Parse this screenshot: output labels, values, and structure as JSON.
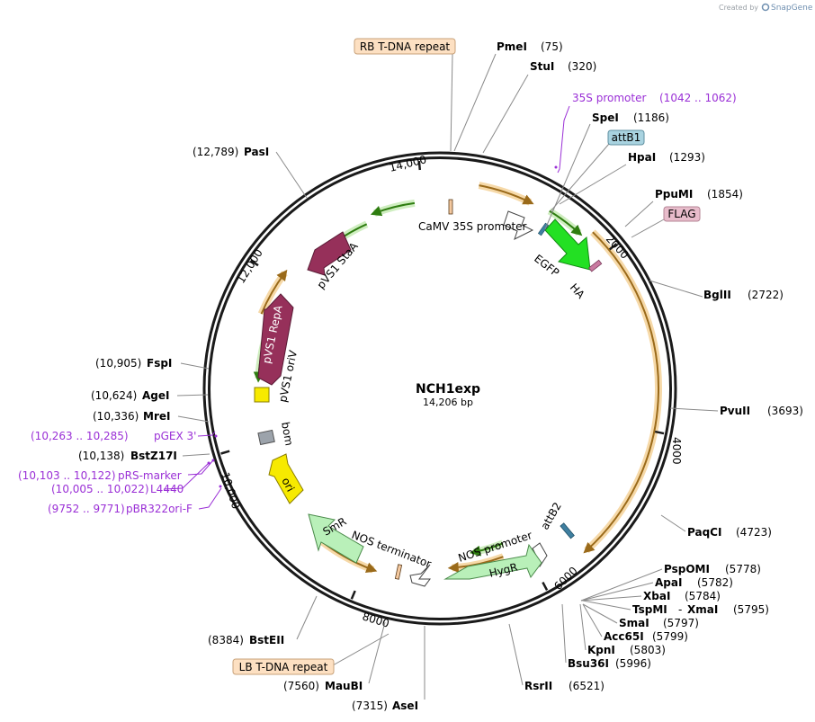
{
  "plasmid": {
    "name": "NCH1exp",
    "size_label": "14,206 bp",
    "length": 14206
  },
  "credit": {
    "prefix": "Created by",
    "brand": "SnapGene"
  },
  "ticks": [
    "2000",
    "4000",
    "6000",
    "8000",
    "10,000",
    "12,000",
    "14,000"
  ],
  "enzymes": [
    {
      "id": "pmei",
      "name": "PmeI",
      "pos": "(75)"
    },
    {
      "id": "stui",
      "name": "StuI",
      "pos": "(320)"
    },
    {
      "id": "spei",
      "name": "SpeI",
      "pos": "(1186)"
    },
    {
      "id": "hpai",
      "name": "HpaI",
      "pos": "(1293)"
    },
    {
      "id": "ppumi",
      "name": "PpuMI",
      "pos": "(1854)"
    },
    {
      "id": "bglii",
      "name": "BglII",
      "pos": "(2722)"
    },
    {
      "id": "pvuii",
      "name": "PvuII",
      "pos": "(3693)"
    },
    {
      "id": "paqci",
      "name": "PaqCI",
      "pos": "(4723)"
    },
    {
      "id": "pspomi",
      "name": "PspOMI",
      "pos": "(5778)"
    },
    {
      "id": "apai",
      "name": "ApaI",
      "pos": "(5782)"
    },
    {
      "id": "xbai",
      "name": "XbaI",
      "pos": "(5784)"
    },
    {
      "id": "tspmi",
      "name": "TspMI",
      "pos": "(5795)",
      "joiner": "-",
      "alt": "XmaI"
    },
    {
      "id": "smai",
      "name": "SmaI",
      "pos": "(5797)"
    },
    {
      "id": "acc65i",
      "name": "Acc65I",
      "pos": "(5799)"
    },
    {
      "id": "kpni",
      "name": "KpnI",
      "pos": "(5803)"
    },
    {
      "id": "bsu36i",
      "name": "Bsu36I",
      "pos": "(5996)"
    },
    {
      "id": "rsrii",
      "name": "RsrII",
      "pos": "(6521)"
    },
    {
      "id": "asei",
      "name": "AseI",
      "pos": "(7315)"
    },
    {
      "id": "maubi",
      "name": "MauBI",
      "pos": "(7560)"
    },
    {
      "id": "bsteii",
      "name": "BstEII",
      "pos": "(8384)"
    },
    {
      "id": "bstz17i",
      "name": "BstZ17I",
      "pos": "(10,138)"
    },
    {
      "id": "mrei",
      "name": "MreI",
      "pos": "(10,336)"
    },
    {
      "id": "agei",
      "name": "AgeI",
      "pos": "(10,624)"
    },
    {
      "id": "fspi",
      "name": "FspI",
      "pos": "(10,905)"
    },
    {
      "id": "pasi",
      "name": "PasI",
      "pos": "(12,789)"
    }
  ],
  "primers": [
    {
      "id": "p35s",
      "name": "35S promoter",
      "range": "(1042 .. 1062)"
    },
    {
      "id": "pgex",
      "name": "pGEX 3'",
      "range": "(10,263 .. 10,285)"
    },
    {
      "id": "prs",
      "name": "pRS-marker",
      "range": "(10,103 .. 10,122)"
    },
    {
      "id": "l4440",
      "name": "L4440",
      "range": "(10,005 .. 10,022)"
    },
    {
      "id": "pbr322",
      "name": "pBR322ori-F",
      "range": "(9752 .. 9771)"
    }
  ],
  "boxed_features": [
    {
      "id": "rb",
      "name": "RB T-DNA repeat",
      "fill": "#fde0c2",
      "stroke": "#c8a27a"
    },
    {
      "id": "attb1",
      "name": "attB1",
      "fill": "#a9d3e0",
      "stroke": "#5e8fa0"
    },
    {
      "id": "flag",
      "name": "FLAG",
      "fill": "#e8bccb",
      "stroke": "#b58696"
    },
    {
      "id": "lb",
      "name": "LB T-DNA repeat",
      "fill": "#fde0c2",
      "stroke": "#c8a27a"
    }
  ],
  "features": {
    "camv": "CaMV 35S promoter",
    "egfp": "EGFP",
    "ha": "HA",
    "attb2": "attB2",
    "nos_promoter": "NOS promoter",
    "hygr": "HygR",
    "nos_terminator": "NOS terminator",
    "smr": "SmR",
    "ori": "ori",
    "bom": "bom",
    "pvs1_oriv": "pVS1 oriV",
    "pvs1_repa": "pVS1 RepA",
    "pvs1_staa": "pVS1 StaA"
  },
  "colors": {
    "backbone": "#1a1a1a",
    "orf_orange": "#e6a640",
    "orf_green": "#5ab82a",
    "egfp": "#23e023",
    "pvs1": "#96305a",
    "hygr": "#b9f0b9",
    "yellow": "#f7ea00",
    "bom": "#9ca3ab",
    "primer": "#9a2fd6"
  }
}
